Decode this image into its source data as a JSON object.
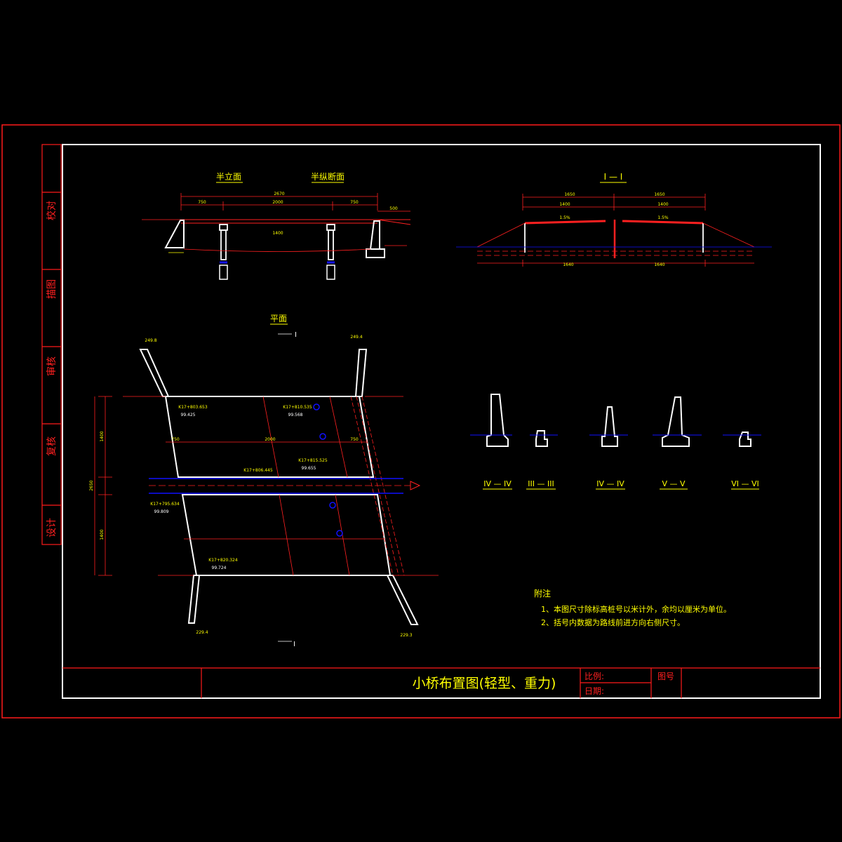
{
  "drawing": {
    "title": "小桥布置图(轻型、重力)",
    "scale_label": "比例:",
    "date_label": "日期:",
    "drawing_no_label": "图号",
    "side_strip": [
      "校对",
      "描图",
      "审核",
      "复核",
      "设计"
    ]
  },
  "views": {
    "half_elevation": "半立面",
    "half_longitudinal": "半纵断面",
    "section_i": "I — I",
    "plan": "平面",
    "cut_mark_top": "I",
    "cut_mark_bottom": "I"
  },
  "sections": {
    "iv_a": "IV — IV",
    "iii": "III — III",
    "iv_b": "IV — IV",
    "v": "V — V",
    "vi": "VI — VI"
  },
  "notes": {
    "heading": "附注",
    "line1": "1、本图尺寸除标高桩号以米计外，余均以厘米为单位。",
    "line2": "2、括号内数据为路线前进方向右侧尺寸。"
  },
  "dims": {
    "elev_total": "2670",
    "elev_left": "750",
    "elev_mid": "2000",
    "elev_right": "750",
    "elev_span": "1400",
    "elev_500": "500",
    "sec_left": "1650",
    "sec_right": "1650",
    "sec_1400a": "1400",
    "sec_1400b": "1400",
    "sec_slope_l": "1.5%",
    "sec_slope_r": "1.5%",
    "sec_b1": "1640",
    "sec_b2": "1640",
    "plan_top_l": "249.8",
    "plan_top_r": "249.4",
    "plan_bot_l": "229.4",
    "plan_bot_r": "229.3",
    "plan_v1": "1400",
    "plan_v2": "2650",
    "plan_v3": "1400",
    "plan_w1": "750",
    "plan_w2": "2000",
    "plan_w3": "750",
    "sta_center": "K17+806.445",
    "sta_a": "K17+803.653",
    "sta_a_el": "99.425",
    "sta_b": "K17+810.535",
    "sta_b_el": "99.568",
    "sta_c": "K17+815.525",
    "sta_c_el": "99.655",
    "sta_d": "K17+795.634",
    "sta_d_el": "99.809",
    "sta_e": "K17+820.324",
    "sta_e_el": "99.724"
  },
  "colors": {
    "background": "#000000",
    "frame_red": "#ff1a1a",
    "inner_white": "#ffffff",
    "title_yellow": "#ffff00",
    "water_blue": "#1010ff"
  }
}
